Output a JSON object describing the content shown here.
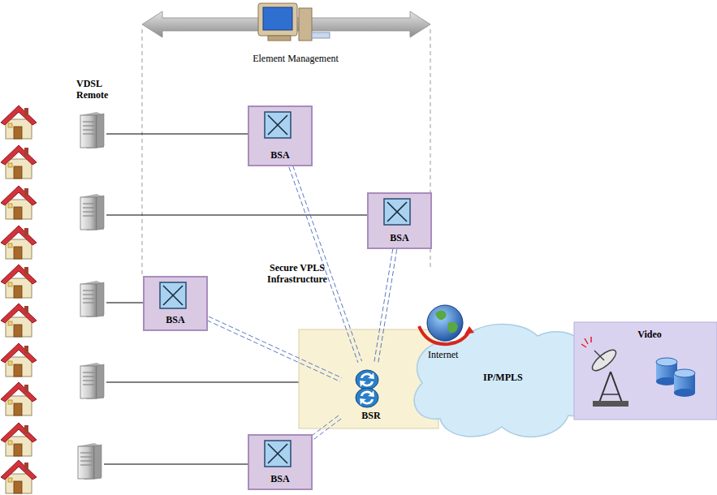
{
  "diagram": {
    "nodes": [
      {
        "text": [
          "BSA"
        ]
      },
      {
        "text": [
          "BSA"
        ]
      },
      {
        "text": [
          "BSA"
        ]
      },
      {
        "text": [
          "BSR"
        ]
      },
      {
        "text": [
          "Internet",
          "IP/MPLS"
        ]
      },
      {
        "text": [
          "Video"
        ]
      },
      {
        "text": [
          "BSA"
        ]
      }
    ],
    "edges": [
      {
        "from": 0,
        "to": 3,
        "arrow": "none"
      },
      {
        "from": 1,
        "to": 3,
        "arrow": "none"
      },
      {
        "from": 2,
        "to": 3,
        "arrow": "none"
      },
      {
        "from": 6,
        "to": 3,
        "arrow": "none"
      }
    ],
    "labels": [
      "Element Management",
      "VDSL Remote",
      "Secure VPLS Infrastructure"
    ]
  }
}
